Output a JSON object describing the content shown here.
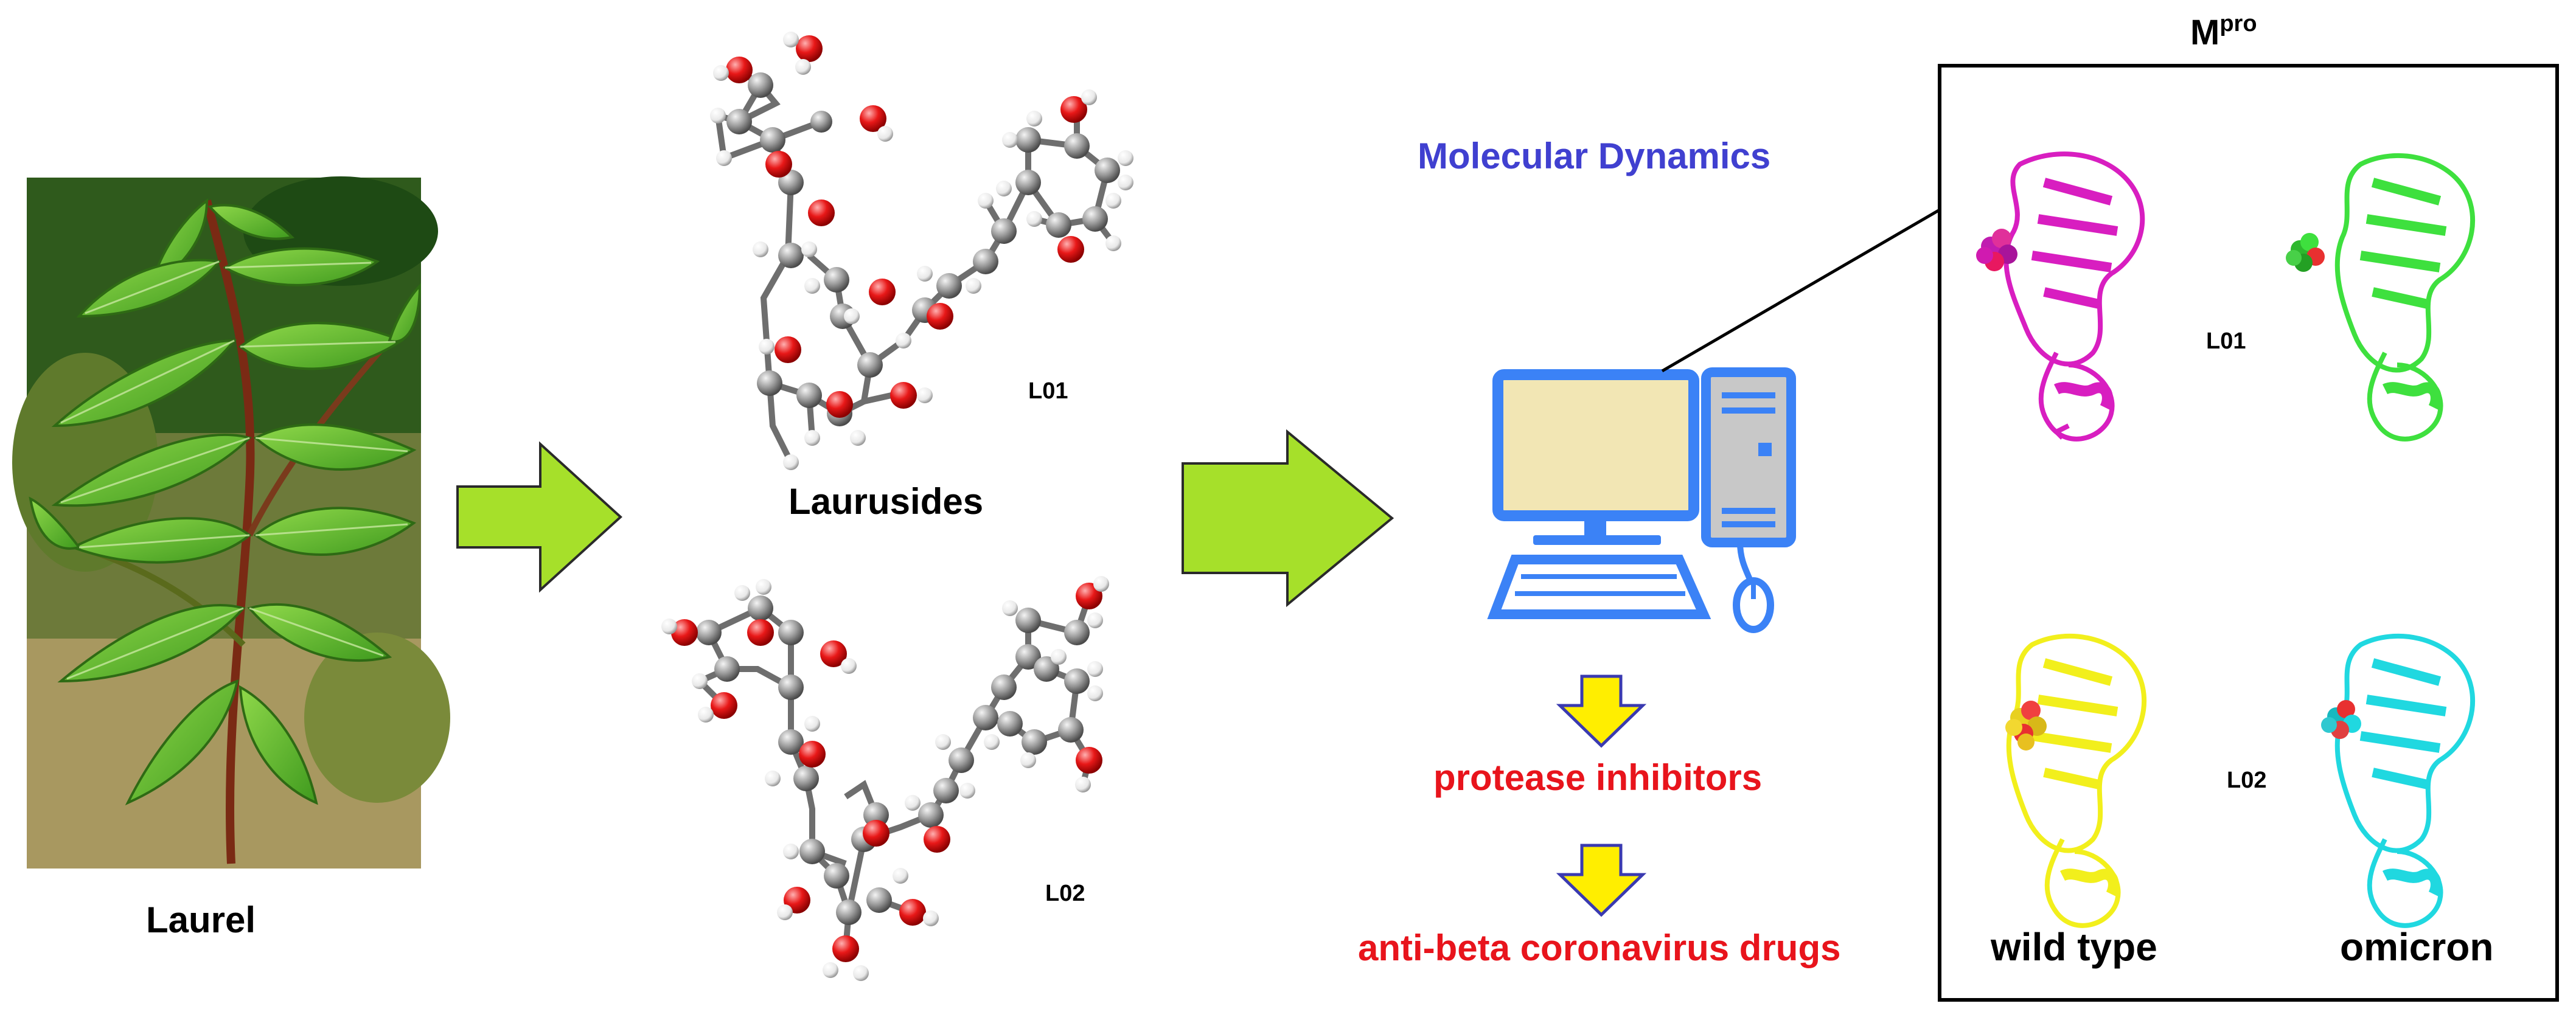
{
  "colors": {
    "arrow_green": "#a6e02a",
    "arrow_yellow": "#ffee00",
    "accent_blue": "#4040d0",
    "accent_red": "#e8141c",
    "monitor_blue": "#3b82f6",
    "screen_fill": "#f2e6b4",
    "tower_gray": "#c8c8c8",
    "carbon_gray": "#9a9a9a",
    "oxygen_red": "#e81818",
    "hydrogen_white": "#ffffff",
    "wild_type_L01": "#d81ec0",
    "omicron_L01": "#3ee03e",
    "wild_type_L02": "#f2ef1c",
    "omicron_L02": "#20d8e0"
  },
  "plant": {
    "label": "Laurel",
    "icon": "laurel-plant-photo"
  },
  "molecules": {
    "group_label": "Laurusides",
    "items": [
      {
        "id": "L01",
        "label": "L01",
        "icon": "ball-and-stick-molecule"
      },
      {
        "id": "L02",
        "label": "L02",
        "icon": "ball-and-stick-molecule"
      }
    ]
  },
  "method": {
    "title": "Molecular Dynamics",
    "icon": "desktop-computer-icon",
    "result_1": "protease inhibitors",
    "result_2": "anti-beta coronavirus drugs"
  },
  "target": {
    "title_main": "M",
    "title_sup": "pro",
    "row_labels": [
      "L01",
      "L02"
    ],
    "variant_labels": [
      "wild type",
      "omicron"
    ],
    "icon": "protein-ribbon-structure"
  }
}
